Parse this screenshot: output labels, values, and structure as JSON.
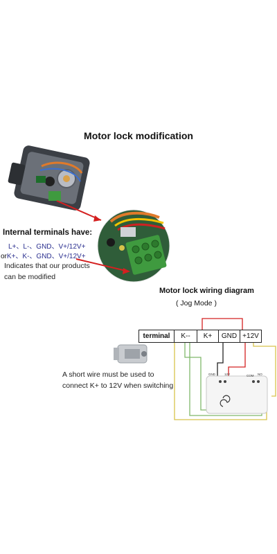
{
  "title": "Motor lock modification",
  "internal": {
    "heading": "Internal terminals have:",
    "line1": "L+、L-、GND、V+/12V+",
    "or_label": "or",
    "line2": "K+、K-、GND、V+/12V+",
    "note_line1": "Indicates that our products",
    "note_line2": "can be modified"
  },
  "wiring": {
    "title": "Motor lock wiring diagram",
    "subtitle": "( Jog Mode )",
    "terminal_cells": [
      "terminal",
      "K--",
      "K+",
      "GND",
      "+12V"
    ],
    "module_labels": [
      "GND",
      "12V",
      "COM",
      "NO"
    ],
    "note_line1": "A short wire must be used to",
    "note_line2": "connect K+ to 12V when switching"
  },
  "colors": {
    "red": "#d42020",
    "arrow": "#d42020",
    "yellow_wire": "#d8c24a",
    "green_wire": "#7fb86a",
    "black_wire": "#222222",
    "terminal_green": "#3f9a3f"
  }
}
